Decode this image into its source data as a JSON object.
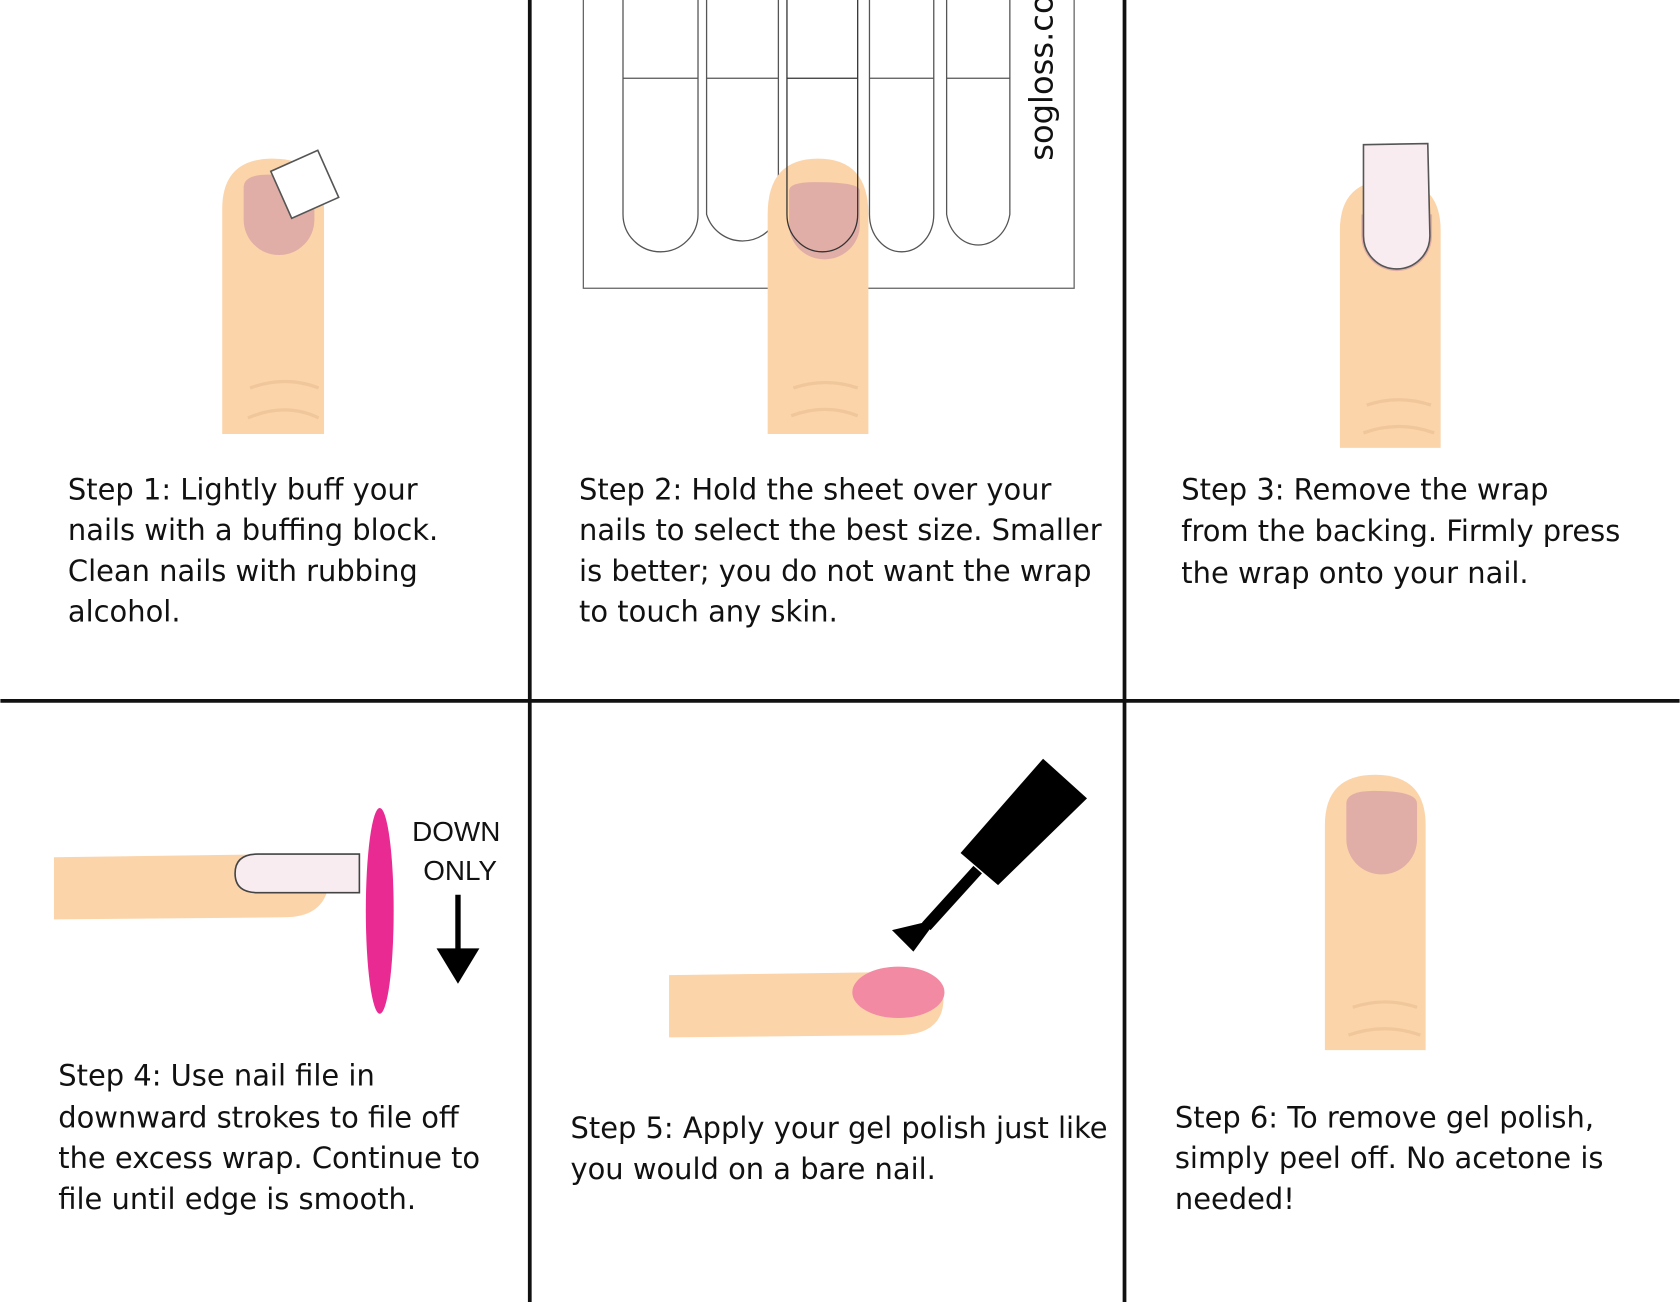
{
  "colors": {
    "skin": "#fbd4a9",
    "nail": "#e0aea6",
    "wrap": "#f8ecf0",
    "file": "#ea2a93",
    "polish": "#f28aa3",
    "grid": "#111111"
  },
  "brand": "sogloss.com",
  "file_label": [
    "DOWN",
    "ONLY"
  ],
  "steps": [
    {
      "lines": [
        "Step 1: Lightly buff your",
        "nails with a buffing block.",
        "Clean nails with rubbing",
        "alcohol."
      ]
    },
    {
      "lines": [
        "Step 2: Hold the sheet over your",
        "nails to select the best size. Smaller",
        "is better; you do not want the wrap",
        "to touch any skin."
      ]
    },
    {
      "lines": [
        "Step 3: Remove the wrap",
        "from the backing. Firmly press",
        "the wrap onto your nail."
      ]
    },
    {
      "lines": [
        "Step 4: Use nail file in",
        "downward strokes to file off",
        "the excess wrap. Continue to",
        "file until edge is smooth."
      ]
    },
    {
      "lines": [
        "Step 5: Apply your gel polish just like",
        "you would on a bare nail."
      ]
    },
    {
      "lines": [
        "Step 6: To remove gel polish,",
        "simply peel off. No acetone is",
        "needed!"
      ]
    }
  ]
}
